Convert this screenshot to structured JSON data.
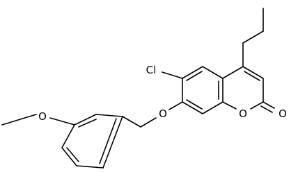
{
  "molecule": {
    "atoms": {
      "cl": "Cl",
      "o_ether": "O",
      "o_ring": "O",
      "o_carbonyl": "O",
      "o_methoxy": "O"
    }
  },
  "colors": {
    "bond": "#000000",
    "background": "#ffffff"
  }
}
